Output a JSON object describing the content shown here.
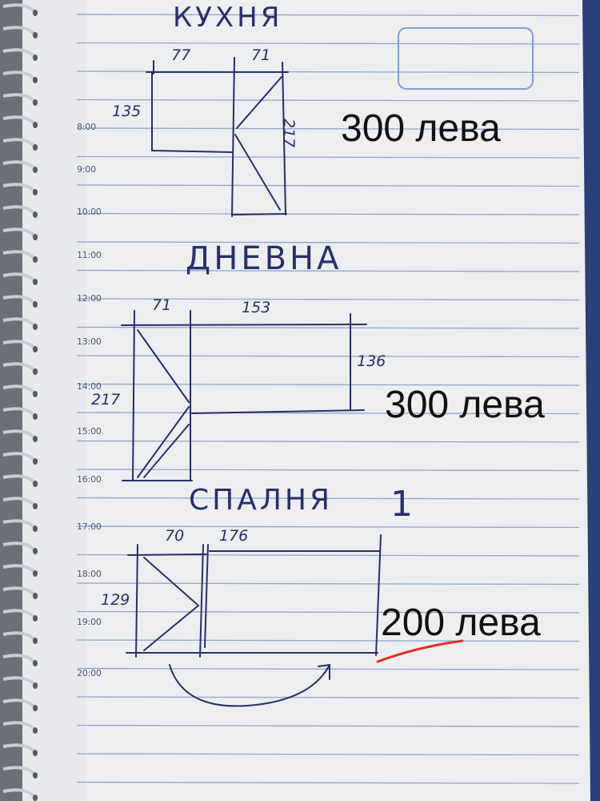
{
  "planner": {
    "times": [
      "8:00",
      "9:00",
      "10:00",
      "11:00",
      "12:00",
      "13:00",
      "14:00",
      "15:00",
      "16:00",
      "17:00",
      "18:00",
      "19:00",
      "20:00"
    ]
  },
  "sections": [
    {
      "title": "КУХНЯ",
      "dimensions": [
        "77",
        "71",
        "135",
        "217"
      ],
      "price": "300 лева"
    },
    {
      "title": "ДНЕВНА",
      "dimensions": [
        "71",
        "153",
        "136",
        "217"
      ],
      "price": "300 лева"
    },
    {
      "title": "СПАЛНЯ",
      "number": "1",
      "dimensions": [
        "70",
        "176",
        "129"
      ],
      "price": "200 лева"
    }
  ],
  "colors": {
    "paper": "#eceef0",
    "ruled_line": "#8fa6cc",
    "ink": "#27306a",
    "red_mark": "#e0311f",
    "price_text": "#111111"
  }
}
